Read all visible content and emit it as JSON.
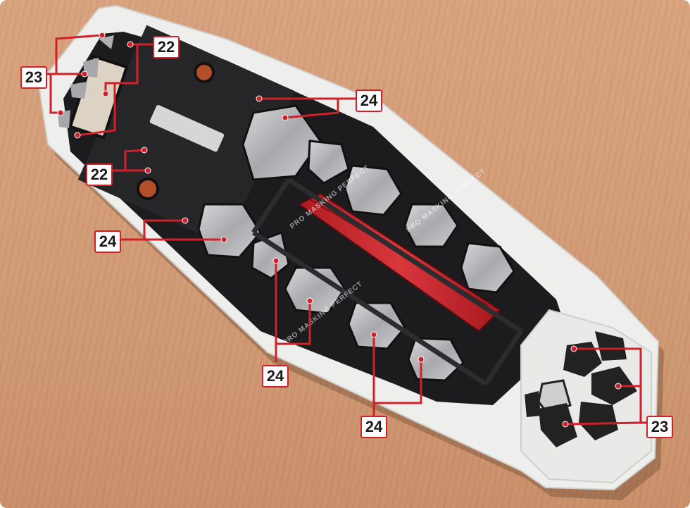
{
  "image": {
    "colors": {
      "wood": "#d39c77",
      "frame_white": "#eeeeec",
      "frame_black": "#1c1c1e",
      "panel_grey": "#b9b9bc",
      "accent_red": "#c4242c",
      "callout_red": "#d0202a"
    },
    "watermarks": [
      "PRO MASKING PERFECT",
      "PRO MASKING PERFECT",
      "PRO MASKING PERFECT"
    ],
    "callouts": [
      {
        "id": "top-left-22",
        "label": "22"
      },
      {
        "id": "left-23",
        "label": "23"
      },
      {
        "id": "top-24",
        "label": "24"
      },
      {
        "id": "mid-left-22",
        "label": "22"
      },
      {
        "id": "left-24",
        "label": "24"
      },
      {
        "id": "bottom-24",
        "label": "24"
      },
      {
        "id": "bottom-right-24",
        "label": "24"
      },
      {
        "id": "right-23",
        "label": "23"
      }
    ]
  }
}
